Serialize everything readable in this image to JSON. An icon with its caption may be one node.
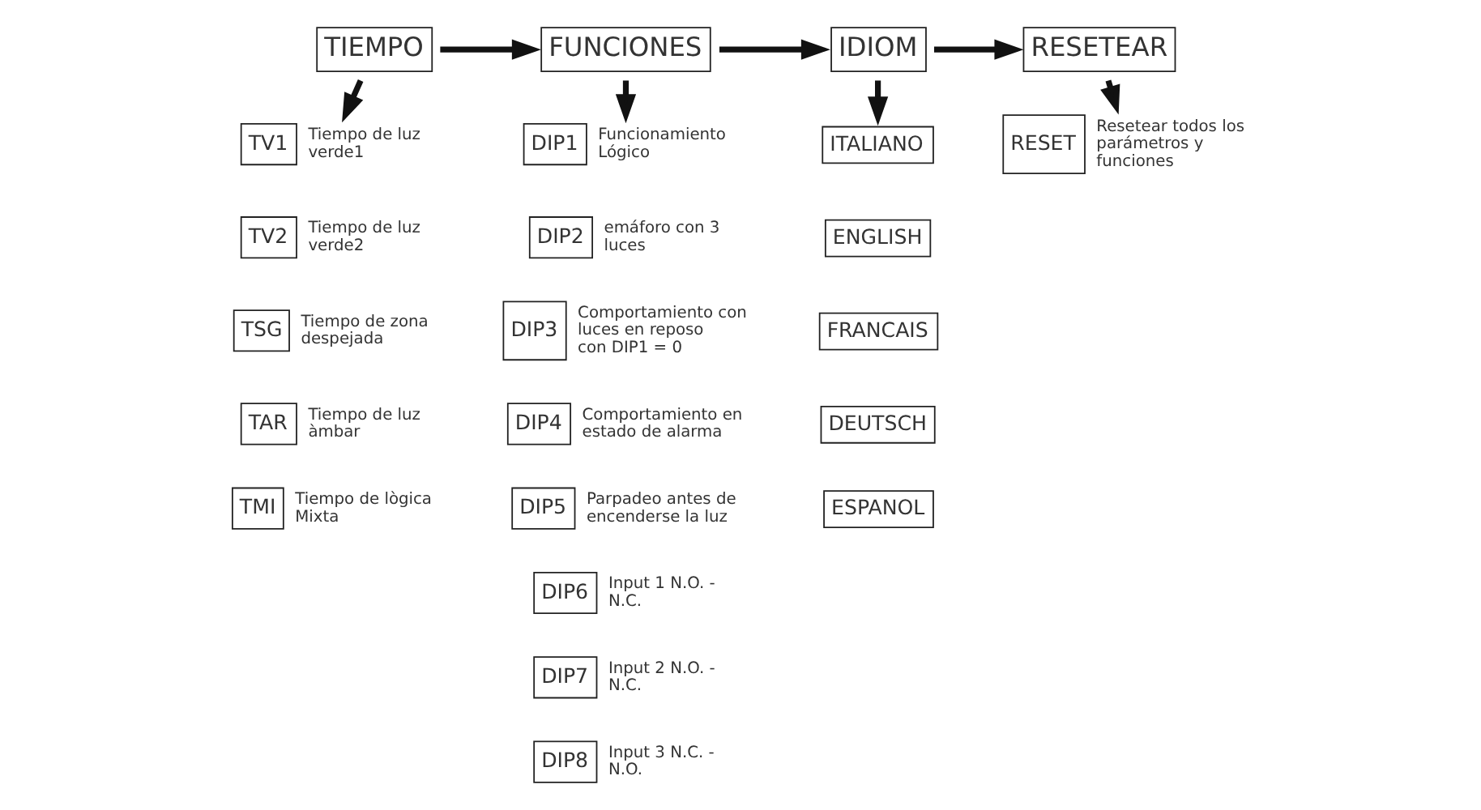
{
  "diagram": {
    "nodes": [
      {
        "text": [
          "TIEMPO"
        ]
      },
      {
        "text": [
          "FUNCIONES"
        ]
      },
      {
        "text": [
          "IDIOM"
        ]
      },
      {
        "text": [
          "RESETEAR"
        ]
      },
      {
        "text": [
          "TV1"
        ],
        "beside": [
          "Tiempo de luz verde1"
        ]
      },
      {
        "text": [
          "TV2"
        ],
        "beside": [
          "Tiempo de luz verde2"
        ]
      },
      {
        "text": [
          "TSG"
        ],
        "beside": [
          "Tiempo de zona despejada"
        ]
      },
      {
        "text": [
          "TAR"
        ],
        "beside": [
          "Tiempo de luz àmbar"
        ]
      },
      {
        "text": [
          "TMI"
        ],
        "beside": [
          "Tiempo de lògica Mixta"
        ]
      },
      {
        "text": [
          "DIP1"
        ],
        "beside": [
          "Funcionamiento Lógico"
        ]
      },
      {
        "text": [
          "DIP2"
        ],
        "beside": [
          "emáforo con 3 luces"
        ]
      },
      {
        "text": [
          "DIP3"
        ],
        "beside": [
          "Comportamiento con luces en reposo con DIP1 = 0"
        ]
      },
      {
        "text": [
          "DIP4"
        ],
        "beside": [
          "Comportamiento en estado de alarma"
        ]
      },
      {
        "text": [
          "DIP5"
        ],
        "beside": [
          "Parpadeo antes de encenderse la luz"
        ]
      },
      {
        "text": [
          "DIP6"
        ],
        "beside": [
          "Input 1 N.O. - N.C."
        ]
      },
      {
        "text": [
          "DIP7"
        ],
        "beside": [
          "Input 2 N.O. - N.C."
        ]
      },
      {
        "text": [
          "DIP8"
        ],
        "beside": [
          "Input 3 N.C. - N.O."
        ]
      },
      {
        "text": [
          "ITALIANO"
        ]
      },
      {
        "text": [
          "ENGLISH"
        ]
      },
      {
        "text": [
          "FRANCAIS"
        ]
      },
      {
        "text": [
          "DEUTSCH"
        ]
      },
      {
        "text": [
          "ESPANOL"
        ]
      },
      {
        "text": [
          "RESET"
        ],
        "beside": [
          "Resetear todos los parámetros y funciones"
        ]
      }
    ],
    "edges": [
      {
        "from": 0,
        "to": 1,
        "arrow": "to"
      },
      {
        "from": 1,
        "to": 2,
        "arrow": "to"
      },
      {
        "from": 2,
        "to": 3,
        "arrow": "to"
      },
      {
        "from": 0,
        "to": 4,
        "arrow": "to"
      },
      {
        "from": 1,
        "to": 9,
        "arrow": "to"
      },
      {
        "from": 2,
        "to": 17,
        "arrow": "to"
      },
      {
        "from": 3,
        "to": 22,
        "arrow": "to"
      }
    ]
  }
}
